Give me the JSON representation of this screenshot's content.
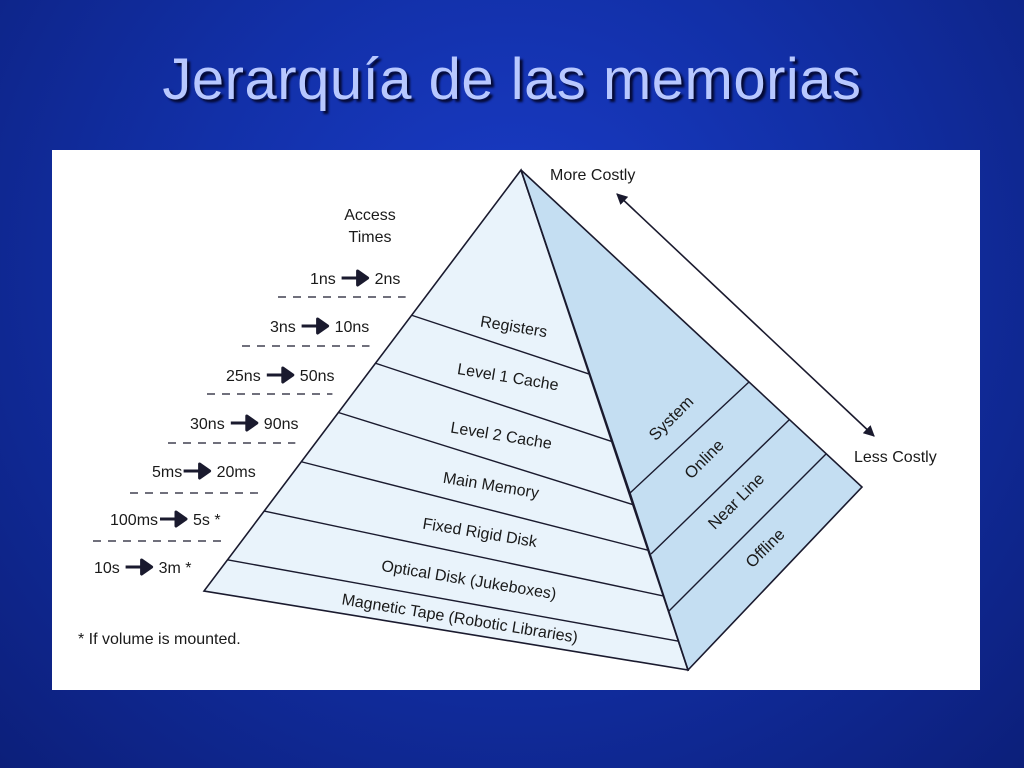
{
  "title": "Jerarquía de las memorias",
  "access_times_header": [
    "Access",
    "Times"
  ],
  "access_times": [
    {
      "from": "1ns",
      "to": "2ns",
      "note": ""
    },
    {
      "from": "3ns",
      "to": "10ns",
      "note": ""
    },
    {
      "from": "25ns",
      "to": "50ns",
      "note": ""
    },
    {
      "from": "30ns",
      "to": "90ns",
      "note": ""
    },
    {
      "from": "5ms",
      "to": "20ms",
      "note": ""
    },
    {
      "from": "100ms",
      "to": "5s",
      "note": "*"
    },
    {
      "from": "10s",
      "to": "3m",
      "note": "*"
    }
  ],
  "levels": [
    "Registers",
    "Level 1 Cache",
    "Level 2 Cache",
    "Main Memory",
    "Fixed Rigid Disk",
    "Optical Disk (Jukeboxes)",
    "Magnetic Tape (Robotic Libraries)"
  ],
  "side_categories": [
    "System",
    "Online",
    "Near Line",
    "Offline"
  ],
  "cost_top": "More Costly",
  "cost_bottom": "Less Costly",
  "footnote": "*  If volume is mounted.",
  "colors": {
    "background": "#1230a8",
    "title": "#b8c8ff",
    "front_face": "#e9f3fb",
    "side_face": "#c4def2",
    "stroke": "#1a1a2e"
  }
}
